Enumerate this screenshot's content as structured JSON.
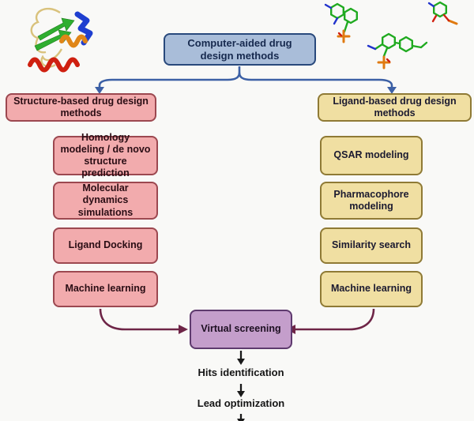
{
  "diagram": {
    "title_context": "Computer-aided drug design methods flowchart",
    "root": {
      "label": "Computer-aided drug design methods"
    },
    "left_branch": {
      "header": "Structure-based drug design methods",
      "items": [
        "Homology modeling / de novo structure prediction",
        "Molecular dynamics simulations",
        "Ligand Docking",
        "Machine learning"
      ]
    },
    "right_branch": {
      "header": "Ligand-based drug design methods",
      "items": [
        "QSAR modeling",
        "Pharmacophore modeling",
        "Similarity search",
        "Machine learning"
      ]
    },
    "merge": {
      "label": "Virtual screening"
    },
    "flow_steps": [
      "Hits identification",
      "Lead optimization"
    ]
  },
  "icons": [
    "protein-ribbon-illustration",
    "ligand-molecules-illustration"
  ],
  "colors": {
    "background": "#f9f9f7",
    "root_fill": "#a9bdd9",
    "root_border": "#29497c",
    "structure_fill": "#f2abad",
    "structure_border": "#9c4850",
    "ligand_fill": "#f0dfa2",
    "ligand_border": "#8f7a35",
    "merge_fill": "#c49ecb",
    "merge_border": "#5e3a6e",
    "connector_blue": "#3c60a5",
    "connector_maroon": "#6e2547",
    "connector_black": "#1a1a1a"
  }
}
